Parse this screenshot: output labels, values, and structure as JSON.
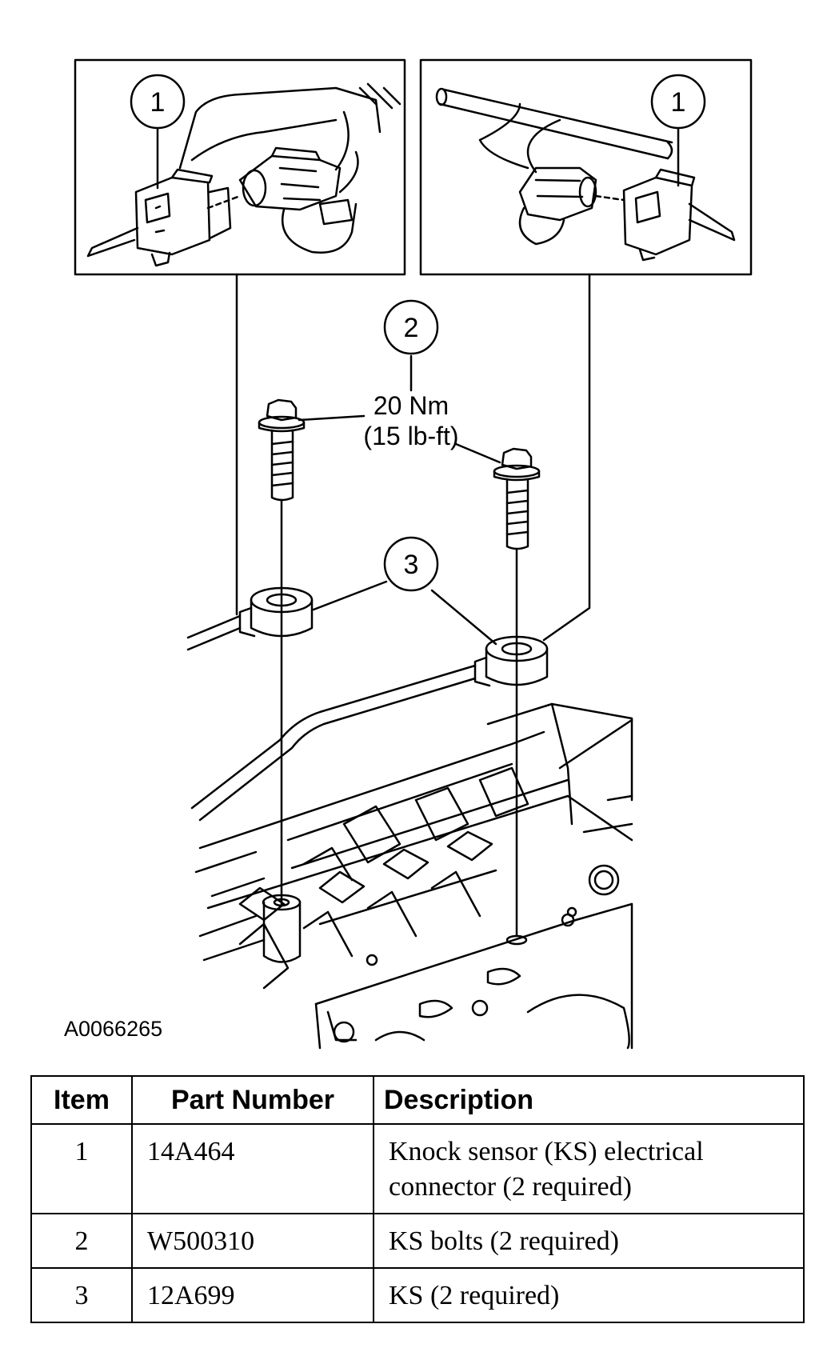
{
  "figure": {
    "id": "A0066265",
    "callouts": [
      {
        "label": "1"
      },
      {
        "label": "1"
      },
      {
        "label": "2"
      },
      {
        "label": "3"
      }
    ],
    "torque": {
      "metric": "20 Nm",
      "imperial": "(15 lb-ft)"
    }
  },
  "table": {
    "headers": {
      "item": "Item",
      "part_number": "Part Number",
      "description": "Description"
    },
    "rows": [
      {
        "item": "1",
        "part_number": "14A464",
        "description": "Knock sensor (KS) electrical connector (2 required)"
      },
      {
        "item": "2",
        "part_number": "W500310",
        "description": "KS bolts (2 required)"
      },
      {
        "item": "3",
        "part_number": "12A699",
        "description": "KS (2 required)"
      }
    ]
  }
}
